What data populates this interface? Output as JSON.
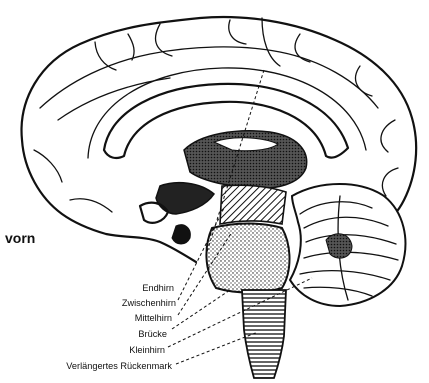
{
  "orientation_label": "vorn",
  "labels": [
    "Endhirn",
    "Zwischenhirn",
    "Mittelhirn",
    "Brücke",
    "Kleinhirn",
    "Verlängertes Rückenmark"
  ],
  "colors": {
    "ink": "#111111",
    "background": "#ffffff"
  }
}
